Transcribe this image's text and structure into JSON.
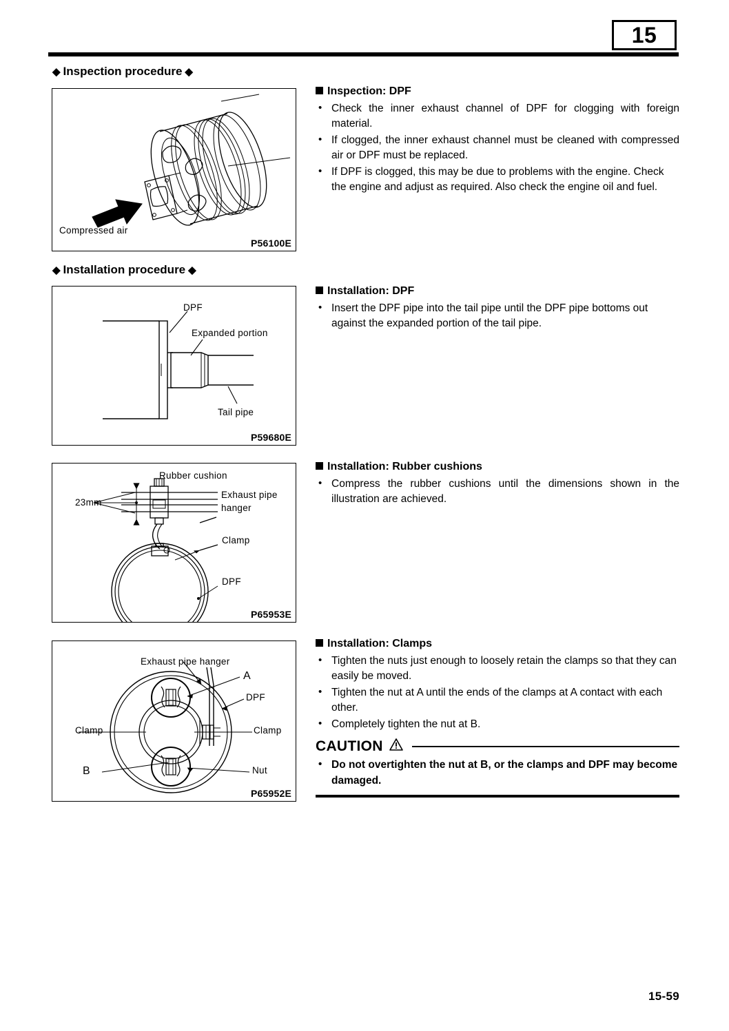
{
  "header": {
    "chapter_number": "15"
  },
  "sections": [
    {
      "title": "Inspection procedure",
      "diamond": "◆"
    },
    {
      "title": "Installation procedure",
      "diamond": "◆"
    }
  ],
  "figures": [
    {
      "code": "P56100E",
      "name": "dpf-compressed-air-figure",
      "labels": [
        "Compressed air"
      ]
    },
    {
      "code": "P59680E",
      "name": "dpf-tail-pipe-figure",
      "labels": [
        "DPF",
        "Expanded portion",
        "Tail pipe"
      ]
    },
    {
      "code": "P65953E",
      "name": "rubber-cushion-figure",
      "labels": [
        "Rubber cushion",
        "23mm",
        "Exhaust pipe",
        "hanger",
        "Clamp",
        "DPF"
      ]
    },
    {
      "code": "P65952E",
      "name": "clamps-figure",
      "labels": [
        "Exhaust pipe hanger",
        "A",
        "DPF",
        "Clamp",
        "Clamp",
        "B",
        "Nut"
      ]
    }
  ],
  "blocks": [
    {
      "title": "Inspection: DPF",
      "bullets": [
        "Check the inner exhaust channel of DPF for clogging with foreign material.",
        "If clogged, the inner exhaust channel must be cleaned with compressed air or DPF must be replaced.",
        "If DPF is clogged, this may be due to problems with the engine. Check the engine and adjust as required. Also check the engine oil and fuel."
      ]
    },
    {
      "title": "Installation: DPF",
      "bullets": [
        "Insert the DPF pipe into the tail pipe until the DPF pipe bottoms out against the expanded portion of the tail pipe."
      ]
    },
    {
      "title": "Installation: Rubber cushions",
      "bullets": [
        "Compress the rubber cushions until the dimensions shown in the illustration are achieved."
      ]
    },
    {
      "title": "Installation: Clamps",
      "bullets": [
        "Tighten the nuts just enough to loosely retain the clamps so that they can easily be moved.",
        "Tighten the nut at A until the ends of the clamps at A contact with each other.",
        "Completely tighten the nut at B."
      ]
    }
  ],
  "caution": {
    "heading": "CAUTION",
    "icon": "warning-triangle-icon",
    "bullets": [
      "Do not overtighten the nut at B, or the clamps and DPF may become damaged."
    ]
  },
  "footer": {
    "page_number": "15-59"
  },
  "figure_labels": {
    "fig1": {
      "compressed_air": "Compressed air"
    },
    "fig2": {
      "dpf": "DPF",
      "expanded": "Expanded portion",
      "tail": "Tail pipe"
    },
    "fig3": {
      "rubber_cushion": "Rubber cushion",
      "dim": "23mm",
      "hanger1": "Exhaust pipe",
      "hanger2": "hanger",
      "clamp": "Clamp",
      "dpf": "DPF"
    },
    "fig4": {
      "hanger": "Exhaust pipe hanger",
      "a": "A",
      "dpf": "DPF",
      "clamp_left": "Clamp",
      "clamp_right": "Clamp",
      "b": "B",
      "nut": "Nut"
    }
  }
}
